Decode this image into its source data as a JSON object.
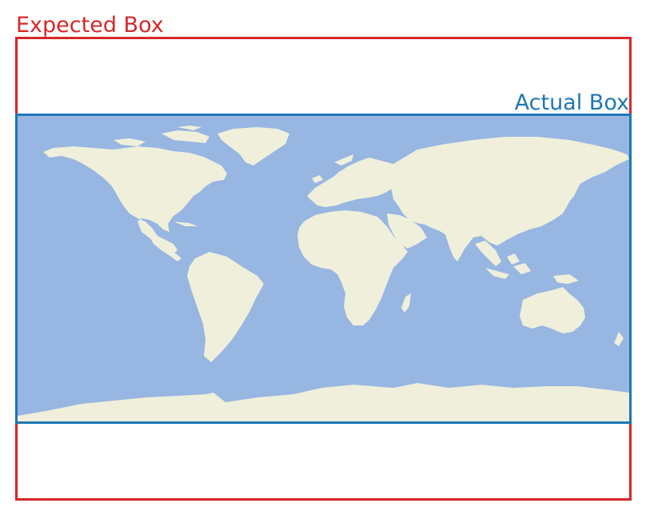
{
  "labels": {
    "expected": "Expected Box",
    "actual": "Actual Box"
  },
  "colors": {
    "expected_box": "#d62728",
    "actual_box": "#1f77b4",
    "ocean": "#97b6e1",
    "land": "#efefdb",
    "background": "#ffffff"
  },
  "map": {
    "projection": "plate-carree",
    "extent": "global",
    "features": [
      "ocean",
      "land"
    ]
  }
}
